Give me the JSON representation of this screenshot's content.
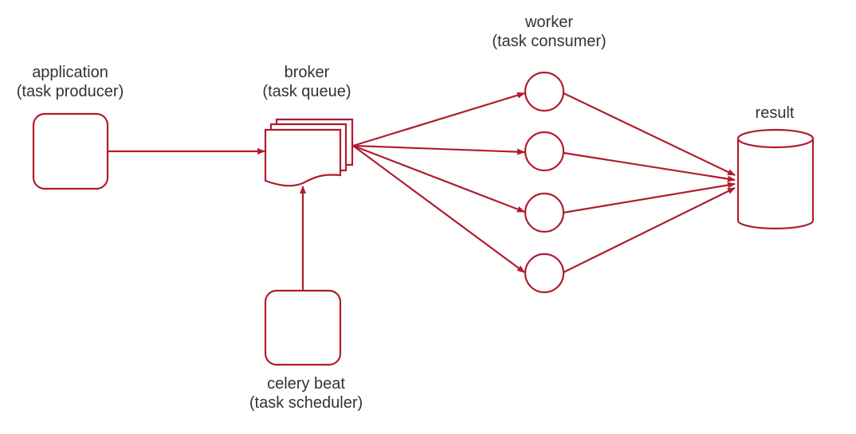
{
  "colors": {
    "stroke": "#b01c2e",
    "text": "#333333"
  },
  "nodes": {
    "application": {
      "title": "application",
      "subtitle": "(task producer)"
    },
    "broker": {
      "title": "broker",
      "subtitle": "(task queue)"
    },
    "worker": {
      "title": "worker",
      "subtitle": "(task consumer)"
    },
    "result": {
      "title": "result"
    },
    "celery_beat": {
      "title": "celery beat",
      "subtitle": "(task scheduler)"
    }
  },
  "edges": [
    {
      "from": "application",
      "to": "broker"
    },
    {
      "from": "celery_beat",
      "to": "broker"
    },
    {
      "from": "broker",
      "to": "worker-1"
    },
    {
      "from": "broker",
      "to": "worker-2"
    },
    {
      "from": "broker",
      "to": "worker-3"
    },
    {
      "from": "broker",
      "to": "worker-4"
    },
    {
      "from": "worker-1",
      "to": "result"
    },
    {
      "from": "worker-2",
      "to": "result"
    },
    {
      "from": "worker-3",
      "to": "result"
    },
    {
      "from": "worker-4",
      "to": "result"
    }
  ]
}
